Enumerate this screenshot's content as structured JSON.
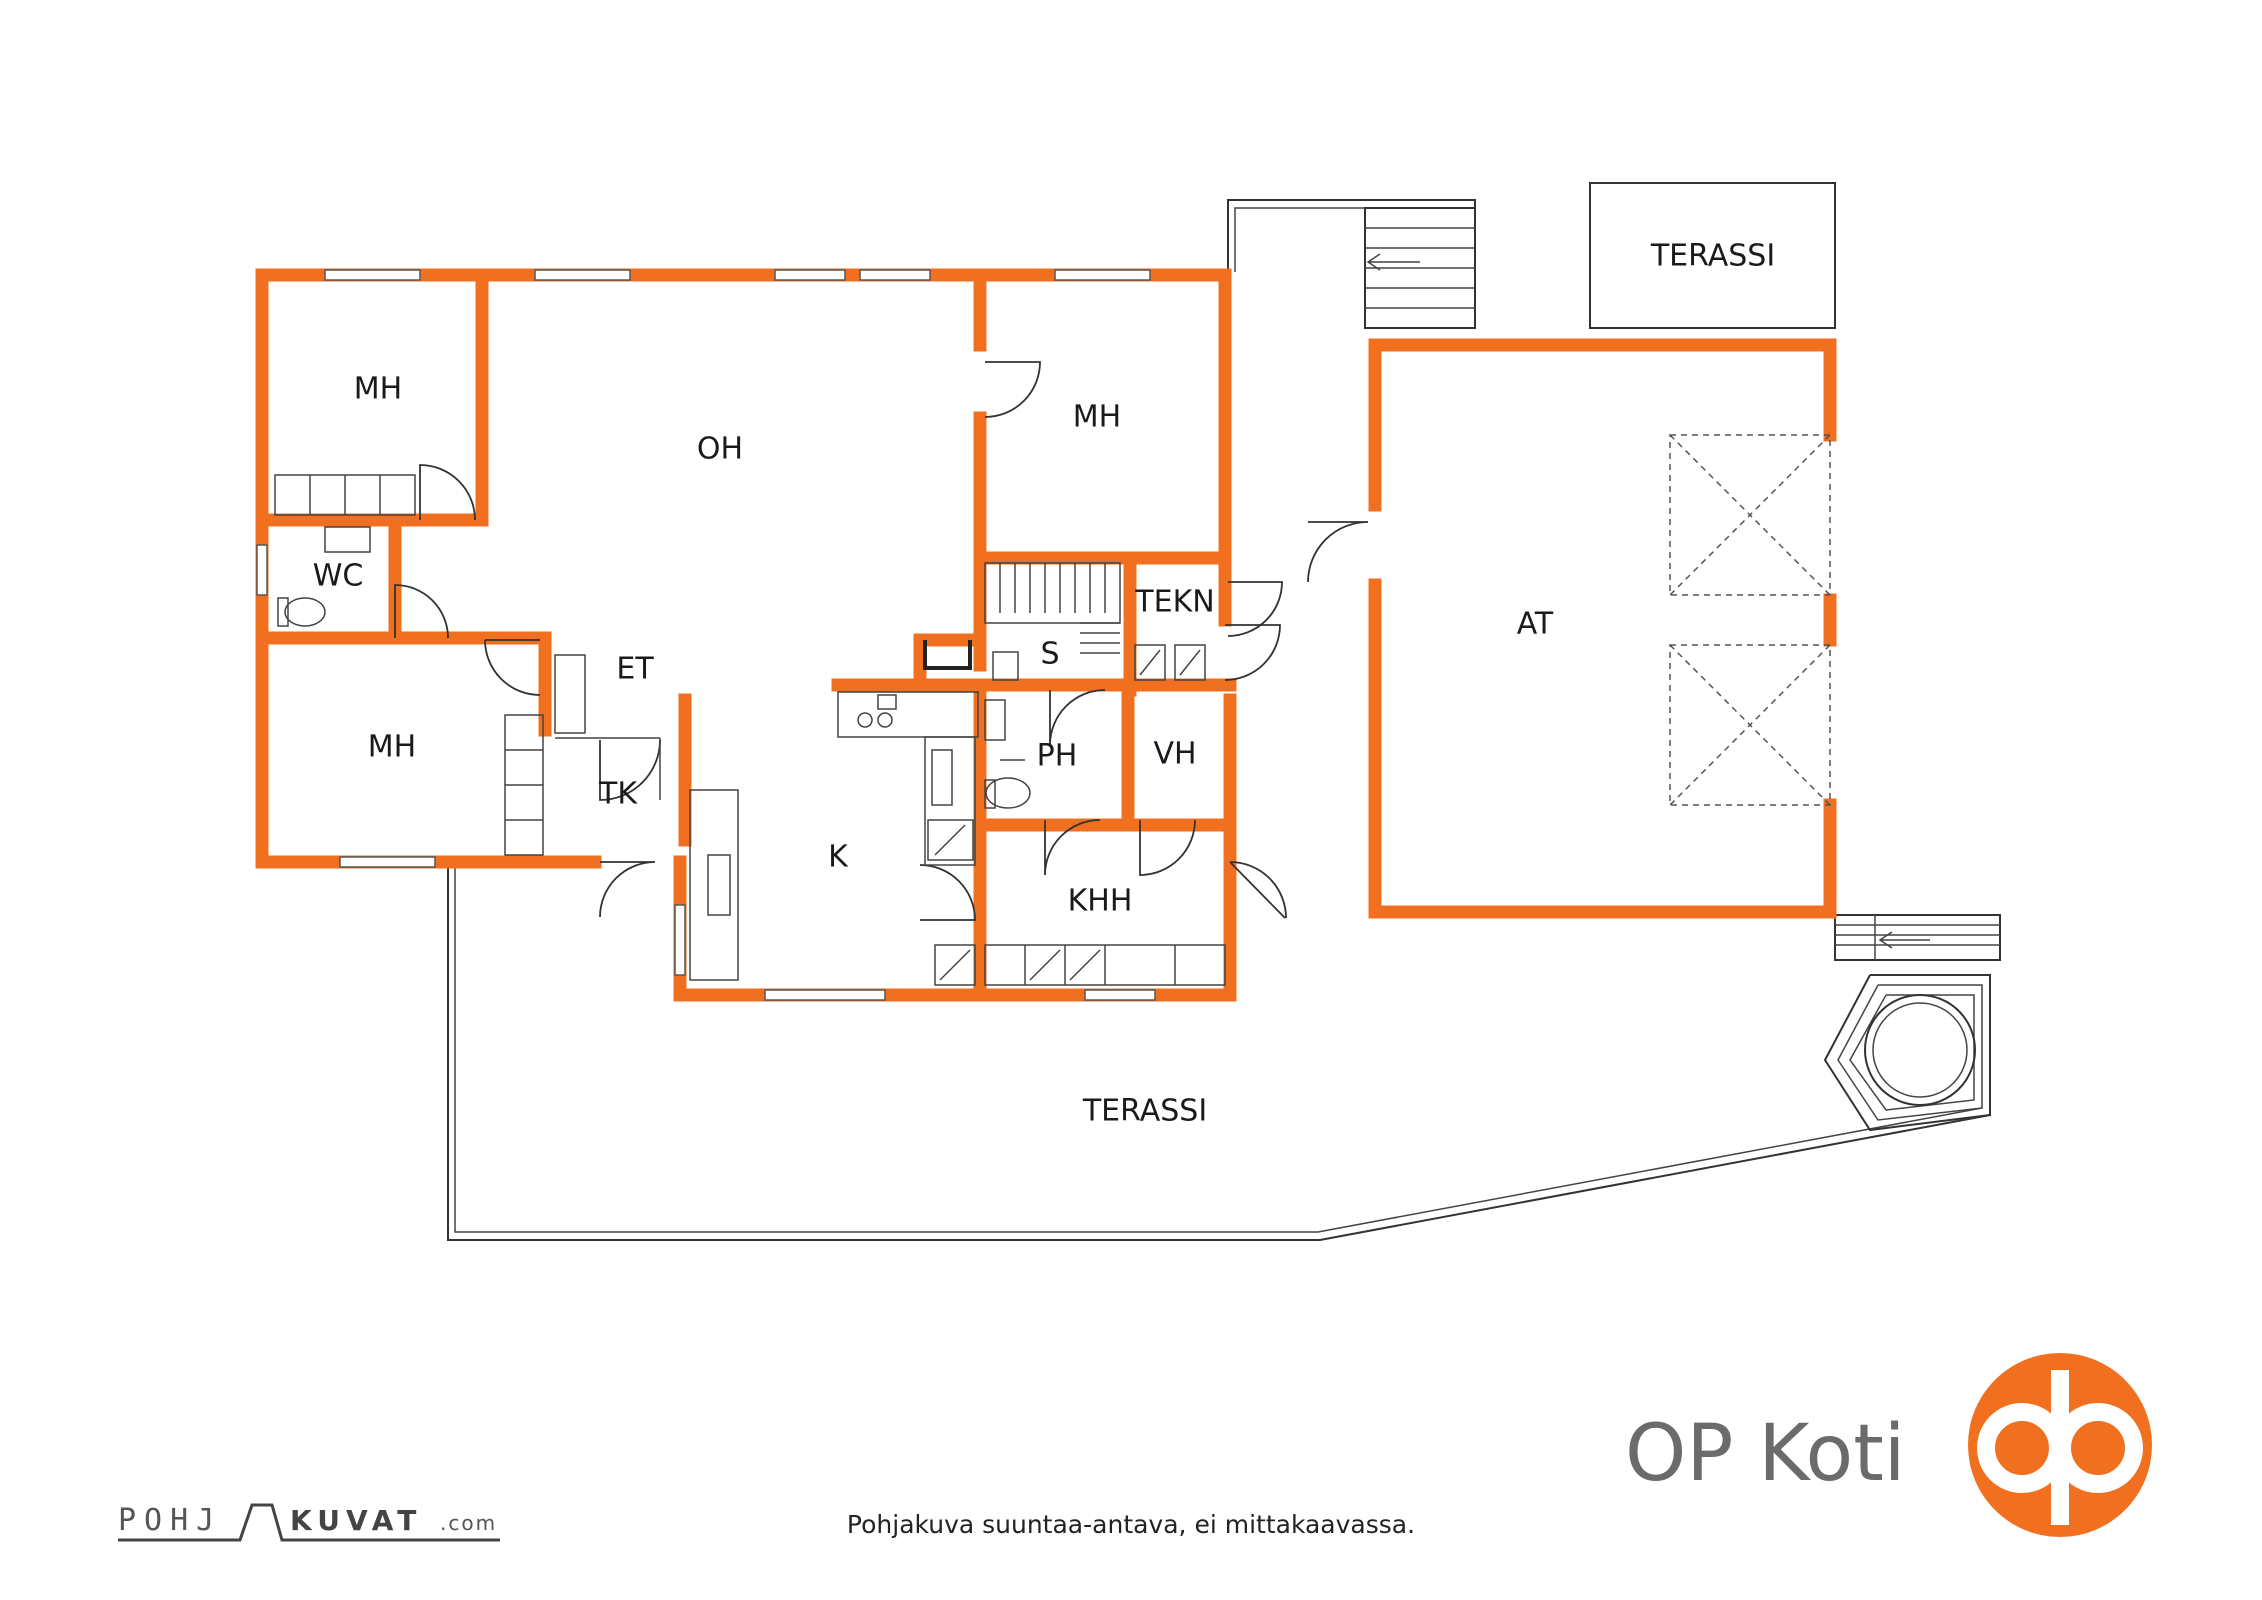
{
  "rooms": {
    "mh1": "MH",
    "oh": "OH",
    "mh2": "MH",
    "wc": "WC",
    "tekn": "TEKN",
    "s": "S",
    "et": "ET",
    "mh3": "MH",
    "tk": "TK",
    "ph": "PH",
    "vh": "VH",
    "k": "K",
    "khh": "KHH",
    "at": "AT",
    "terassi_top": "TERASSI",
    "terassi_bottom": "TERASSI"
  },
  "brand": {
    "name": "OP Koti",
    "accent_color": "#f07020"
  },
  "caption": "Pohjakuva suuntaa-antava, ei mittakaavassa.",
  "credit": {
    "part1": "POHJ",
    "part2": "KUVAT",
    "part3": ".com"
  },
  "colors": {
    "wall": "#f07020",
    "line": "#333333"
  }
}
